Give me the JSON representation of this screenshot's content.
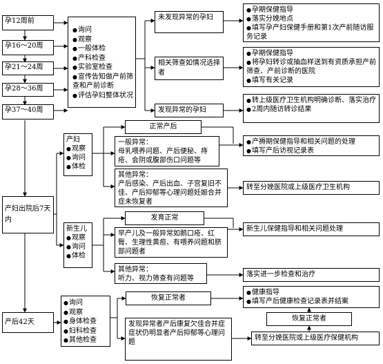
{
  "stages": [
    "孕12周前",
    "孕16～20周",
    "孕21～24周",
    "孕28～36周",
    "孕37～40周",
    "产妇出院后7天内",
    "产后42天"
  ],
  "prenatal_care": [
    "询问",
    "观察",
    "一般体检",
    "产科检查",
    "实验室检查",
    "宣传告知做产前筛查和产前诊断",
    "评估孕妇整体状况"
  ],
  "prenatal_outcomes": [
    "未发现异常的孕妇",
    "相关筛查如情况选择者",
    "发现异常的孕妇"
  ],
  "outcome_actions": {
    "normal": [
      "孕期保健指导",
      "落实分娩地点",
      "填写孕产妇保健手册和第1次产前随访服务记录"
    ],
    "screening": [
      "孕期保健指导",
      "将孕妇转诊或抽血样送到有资质承担产前筛查、产前诊断的医院",
      "填写有关记录"
    ],
    "abnormal": [
      "转上级医疗卫生机构明确诊断、落实治疗",
      "2周内随访转诊结果"
    ]
  },
  "postpartum_mother": {
    "title": "产妇",
    "items": [
      "观察",
      "询问",
      "体检"
    ]
  },
  "mother_results": {
    "normal": "正常产后",
    "general_title": "一般异常：",
    "general_detail": "母乳喂养问题、产后便秘、痔疮、会阴或腹部伤口问题等",
    "general_actions": [
      "产褥期保健指导和相关问题的处理",
      "填写产后访视记录表"
    ],
    "other_title": "其他异常：",
    "other_detail": "产后感染、产后出血、子宫复旧不佳、产后抑郁等心理问题妊娠合并症未恢复者",
    "other_action": "转至分娩医院或上级医疗卫生机构"
  },
  "newborn": {
    "title": "新生儿",
    "items": [
      "观察",
      "询问",
      "体检"
    ]
  },
  "newborn_results": {
    "normal": "发育正常",
    "problem_detail": "早产儿及一般异常如鹅口疮、红臀、生理性黄疸、有喂养问题和脐部问题者",
    "problem_action": "新生儿保健指导和相关问题处理",
    "other_title": "其他异常：",
    "other_detail": "听力、视力筛查有问题等",
    "other_action": "落实进一步检查和治疗"
  },
  "postnatal42": {
    "items": [
      "询问",
      "观察",
      "身体检查",
      "妇科检查",
      "其他检查"
    ]
  },
  "postnatal42_results": {
    "recovered": "恢复正常者",
    "recovered_actions": [
      "健康指导",
      "填写产后健康检查记录表并结案"
    ],
    "recovered2": "恢复正常者",
    "abnormal_detail": "发现异常者产后康复欠佳合并症症状仍明显者产后抑郁等心理问题",
    "referral": "转至分娩医院或上级医疗保健机构"
  }
}
